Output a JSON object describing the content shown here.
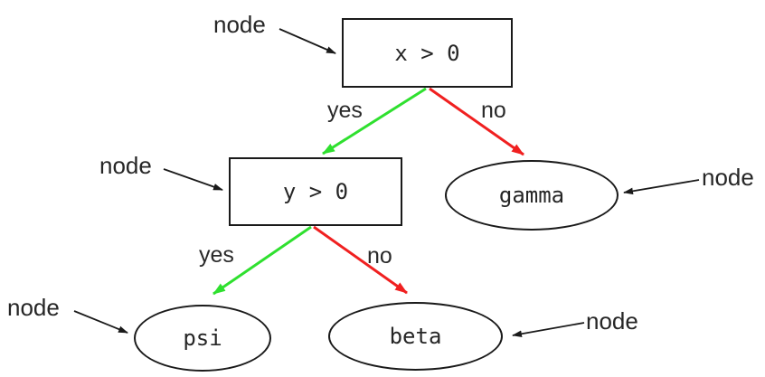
{
  "diagram": {
    "annotation_label": "node",
    "nodes": [
      {
        "label": "x > 0",
        "shape": "rect"
      },
      {
        "label": "y > 0",
        "shape": "rect"
      },
      {
        "label": "gamma",
        "shape": "ellipse"
      },
      {
        "label": "psi",
        "shape": "ellipse"
      },
      {
        "label": "beta",
        "shape": "ellipse"
      }
    ],
    "edges": [
      {
        "from": "x > 0",
        "to": "y > 0",
        "label": "yes"
      },
      {
        "from": "x > 0",
        "to": "gamma",
        "label": "no"
      },
      {
        "from": "y > 0",
        "to": "psi",
        "label": "yes"
      },
      {
        "from": "y > 0",
        "to": "beta",
        "label": "no"
      }
    ],
    "colors": {
      "yes_edge": "#2fe02f",
      "no_edge": "#f02020",
      "annotation_arrow": "#1a1a1a",
      "node_border": "#1a1a1a",
      "text": "#262626",
      "background": "#ffffff"
    }
  }
}
